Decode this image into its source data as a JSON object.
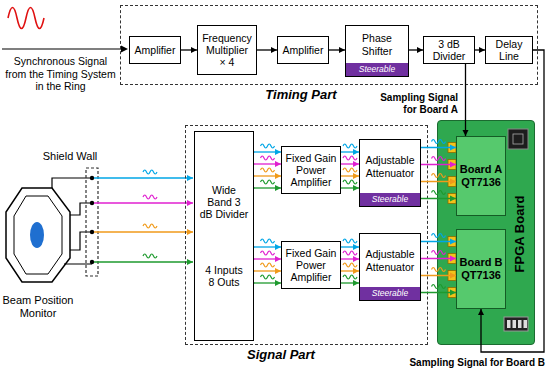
{
  "diagram": {
    "nodes": [
      {
        "text": [
          "Timing Part"
        ]
      },
      {
        "text": [
          "Amplifier"
        ],
        "in": 0
      },
      {
        "text": [
          "Frequency Multiplier × 4"
        ],
        "in": 0
      },
      {
        "text": [
          "Amplifier"
        ],
        "in": 0
      },
      {
        "text": [
          "Phase Shifter",
          "Steerable"
        ],
        "in": 0
      },
      {
        "text": [
          "3 dB Divider"
        ],
        "in": 0
      },
      {
        "text": [
          "Delay Line"
        ],
        "in": 0
      },
      {
        "text": [
          "Signal Part"
        ]
      },
      {
        "text": [
          "Wide Band 3 dB Divider",
          "4 Inputs 8 Outs"
        ],
        "in": 7
      },
      {
        "text": [
          "Fixed Gain Power Amplifier"
        ],
        "in": 7
      },
      {
        "text": [
          "Fixed Gain Power Amplifier"
        ],
        "in": 7
      },
      {
        "text": [
          "Adjustable Attenuator",
          "Steerable"
        ],
        "in": 7
      },
      {
        "text": [
          "Adjustable Attenuator",
          "Steerable"
        ],
        "in": 7
      },
      {
        "text": [
          "FPGA Board"
        ]
      },
      {
        "text": [
          "Board A QT7136"
        ],
        "in": 13
      },
      {
        "text": [
          "Board B QT7136"
        ],
        "in": 13
      }
    ],
    "edges": [
      {
        "from": 1,
        "to": 2,
        "arrow": "to"
      },
      {
        "from": 2,
        "to": 3,
        "arrow": "to"
      },
      {
        "from": 3,
        "to": 4,
        "arrow": "to"
      },
      {
        "from": 4,
        "to": 5,
        "arrow": "to"
      },
      {
        "from": 5,
        "to": 6,
        "arrow": "to"
      },
      {
        "from": 5,
        "to": 14,
        "arrow": "to"
      },
      {
        "from": 6,
        "to": 15,
        "arrow": "to"
      },
      {
        "from": 8,
        "to": 9,
        "arrow": "to"
      },
      {
        "from": 8,
        "to": 10,
        "arrow": "to"
      },
      {
        "from": 9,
        "to": 11,
        "arrow": "to"
      },
      {
        "from": 10,
        "to": 12,
        "arrow": "to"
      },
      {
        "from": 11,
        "to": 14,
        "arrow": "to"
      },
      {
        "from": 12,
        "to": 15,
        "arrow": "to"
      }
    ],
    "labels": [
      "Synchronous Signal from the Timing System in the Ring",
      "Sampling Signal for Board A",
      "Shield Wall",
      "Beam Position Monitor",
      "Sampling Signal for Board B"
    ]
  }
}
